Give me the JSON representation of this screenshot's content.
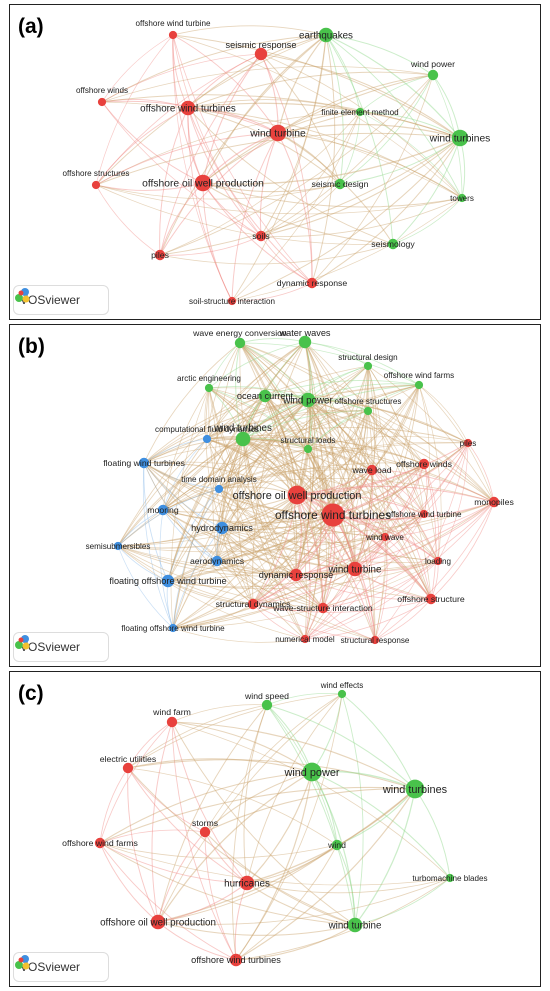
{
  "brand": "VOSviewer",
  "colors": {
    "red": "#e8413d",
    "green": "#49c24b",
    "blue": "#3f8fe0",
    "edge_red": "#ef8a84",
    "edge_green": "#8fd68a",
    "edge_blue": "#8cbbe8",
    "edge_mix": "#c9a26b"
  },
  "panels": [
    {
      "id": "a",
      "label": "(a)",
      "nodes": [
        {
          "id": "a_owt_small",
          "label": "offshore wind turbine",
          "cluster": "red",
          "size": 2
        },
        {
          "id": "a_seismic",
          "label": "seismic response",
          "cluster": "red",
          "size": 4
        },
        {
          "id": "a_eq",
          "label": "earthquakes",
          "cluster": "green",
          "size": 5
        },
        {
          "id": "a_windpower",
          "label": "wind power",
          "cluster": "green",
          "size": 3
        },
        {
          "id": "a_offwinds",
          "label": "offshore winds",
          "cluster": "red",
          "size": 2
        },
        {
          "id": "a_owts",
          "label": "offshore wind turbines",
          "cluster": "red",
          "size": 5
        },
        {
          "id": "a_fem",
          "label": "finite element method",
          "cluster": "green",
          "size": 2
        },
        {
          "id": "a_wt",
          "label": "wind turbine",
          "cluster": "red",
          "size": 6
        },
        {
          "id": "a_wts",
          "label": "wind turbines",
          "cluster": "green",
          "size": 6
        },
        {
          "id": "a_offstruct",
          "label": "offshore structures",
          "cluster": "red",
          "size": 2
        },
        {
          "id": "a_oowp",
          "label": "offshore oil well production",
          "cluster": "red",
          "size": 6
        },
        {
          "id": "a_sdesign",
          "label": "seismic design",
          "cluster": "green",
          "size": 3
        },
        {
          "id": "a_towers",
          "label": "towers",
          "cluster": "green",
          "size": 2
        },
        {
          "id": "a_soils",
          "label": "soils",
          "cluster": "red",
          "size": 3
        },
        {
          "id": "a_seismology",
          "label": "seismology",
          "cluster": "green",
          "size": 3
        },
        {
          "id": "a_piles",
          "label": "piles",
          "cluster": "red",
          "size": 3
        },
        {
          "id": "a_dynresp",
          "label": "dynamic response",
          "cluster": "red",
          "size": 3
        },
        {
          "id": "a_ssi",
          "label": "soil-structure interaction",
          "cluster": "red",
          "size": 2
        }
      ]
    },
    {
      "id": "b",
      "label": "(b)",
      "nodes": [
        {
          "id": "b_wec",
          "label": "wave energy conversion",
          "cluster": "green",
          "size": 3
        },
        {
          "id": "b_waterwaves",
          "label": "water waves",
          "cluster": "green",
          "size": 4
        },
        {
          "id": "b_structdesign",
          "label": "structural design",
          "cluster": "green",
          "size": 2
        },
        {
          "id": "b_arctic",
          "label": "arctic engineering",
          "cluster": "green",
          "size": 2
        },
        {
          "id": "b_owfarms",
          "label": "offshore wind farms",
          "cluster": "green",
          "size": 2
        },
        {
          "id": "b_ocean",
          "label": "ocean current",
          "cluster": "green",
          "size": 4
        },
        {
          "id": "b_windpower",
          "label": "wind power",
          "cluster": "green",
          "size": 5
        },
        {
          "id": "b_offstructs",
          "label": "offshore structures",
          "cluster": "green",
          "size": 2
        },
        {
          "id": "b_cfd",
          "label": "computational fluid dynamics",
          "cluster": "blue",
          "size": 2
        },
        {
          "id": "b_wts",
          "label": "wind turbines",
          "cluster": "green",
          "size": 5
        },
        {
          "id": "b_structloads",
          "label": "structural loads",
          "cluster": "green",
          "size": 2
        },
        {
          "id": "b_piles",
          "label": "piles",
          "cluster": "red",
          "size": 2
        },
        {
          "id": "b_floatingwts",
          "label": "floating wind turbines",
          "cluster": "blue",
          "size": 3
        },
        {
          "id": "b_waveload",
          "label": "wave load",
          "cluster": "red",
          "size": 3
        },
        {
          "id": "b_offwinds",
          "label": "offshore winds",
          "cluster": "red",
          "size": 3
        },
        {
          "id": "b_tda",
          "label": "time domain analysis",
          "cluster": "blue",
          "size": 2
        },
        {
          "id": "b_oowp",
          "label": "offshore oil well production",
          "cluster": "red",
          "size": 7
        },
        {
          "id": "b_monopiles",
          "label": "monopiles",
          "cluster": "red",
          "size": 3
        },
        {
          "id": "b_mooring",
          "label": "mooring",
          "cluster": "blue",
          "size": 3
        },
        {
          "id": "b_owts",
          "label": "offshore wind turbines",
          "cluster": "red",
          "size": 9
        },
        {
          "id": "b_owt",
          "label": "offshore wind turbine",
          "cluster": "red",
          "size": 2
        },
        {
          "id": "b_hydro",
          "label": "hydrodynamics",
          "cluster": "blue",
          "size": 4
        },
        {
          "id": "b_windwave",
          "label": "wind wave",
          "cluster": "red",
          "size": 2
        },
        {
          "id": "b_semisub",
          "label": "semisubmersibles",
          "cluster": "blue",
          "size": 2
        },
        {
          "id": "b_aero",
          "label": "aerodynamics",
          "cluster": "blue",
          "size": 3
        },
        {
          "id": "b_loading",
          "label": "loading",
          "cluster": "red",
          "size": 2
        },
        {
          "id": "b_wt",
          "label": "wind turbine",
          "cluster": "red",
          "size": 5
        },
        {
          "id": "b_dynresp",
          "label": "dynamic response",
          "cluster": "red",
          "size": 4
        },
        {
          "id": "b_fowt",
          "label": "floating offshore wind turbine",
          "cluster": "blue",
          "size": 4
        },
        {
          "id": "b_offstruct",
          "label": "offshore structure",
          "cluster": "red",
          "size": 3
        },
        {
          "id": "b_structdyn",
          "label": "structural dynamics",
          "cluster": "red",
          "size": 3
        },
        {
          "id": "b_wsi",
          "label": "wave-structure interaction",
          "cluster": "red",
          "size": 3
        },
        {
          "id": "b_fowt2",
          "label": "floating offshore wind turbine",
          "cluster": "blue",
          "size": 2
        },
        {
          "id": "b_nummodel",
          "label": "numerical model",
          "cluster": "red",
          "size": 2
        },
        {
          "id": "b_structresp",
          "label": "structural response",
          "cluster": "red",
          "size": 2
        }
      ]
    },
    {
      "id": "c",
      "label": "(c)",
      "nodes": [
        {
          "id": "c_windeffects",
          "label": "wind effects",
          "cluster": "green",
          "size": 2
        },
        {
          "id": "c_windspeed",
          "label": "wind speed",
          "cluster": "green",
          "size": 3
        },
        {
          "id": "c_windfarm",
          "label": "wind farm",
          "cluster": "red",
          "size": 3
        },
        {
          "id": "c_electric",
          "label": "electric utilities",
          "cluster": "red",
          "size": 3
        },
        {
          "id": "c_windpower",
          "label": "wind power",
          "cluster": "green",
          "size": 7
        },
        {
          "id": "c_wts",
          "label": "wind turbines",
          "cluster": "green",
          "size": 7
        },
        {
          "id": "c_storms",
          "label": "storms",
          "cluster": "red",
          "size": 3
        },
        {
          "id": "c_owfarms",
          "label": "offshore wind farms",
          "cluster": "red",
          "size": 3
        },
        {
          "id": "c_wind",
          "label": "wind",
          "cluster": "green",
          "size": 3
        },
        {
          "id": "c_hurricanes",
          "label": "hurricanes",
          "cluster": "red",
          "size": 5
        },
        {
          "id": "c_turbo",
          "label": "turbomachine blades",
          "cluster": "green",
          "size": 2
        },
        {
          "id": "c_oowp",
          "label": "offshore oil well production",
          "cluster": "red",
          "size": 5
        },
        {
          "id": "c_wt",
          "label": "wind turbine",
          "cluster": "green",
          "size": 5
        },
        {
          "id": "c_owts",
          "label": "offshore wind turbines",
          "cluster": "red",
          "size": 4
        }
      ]
    }
  ]
}
